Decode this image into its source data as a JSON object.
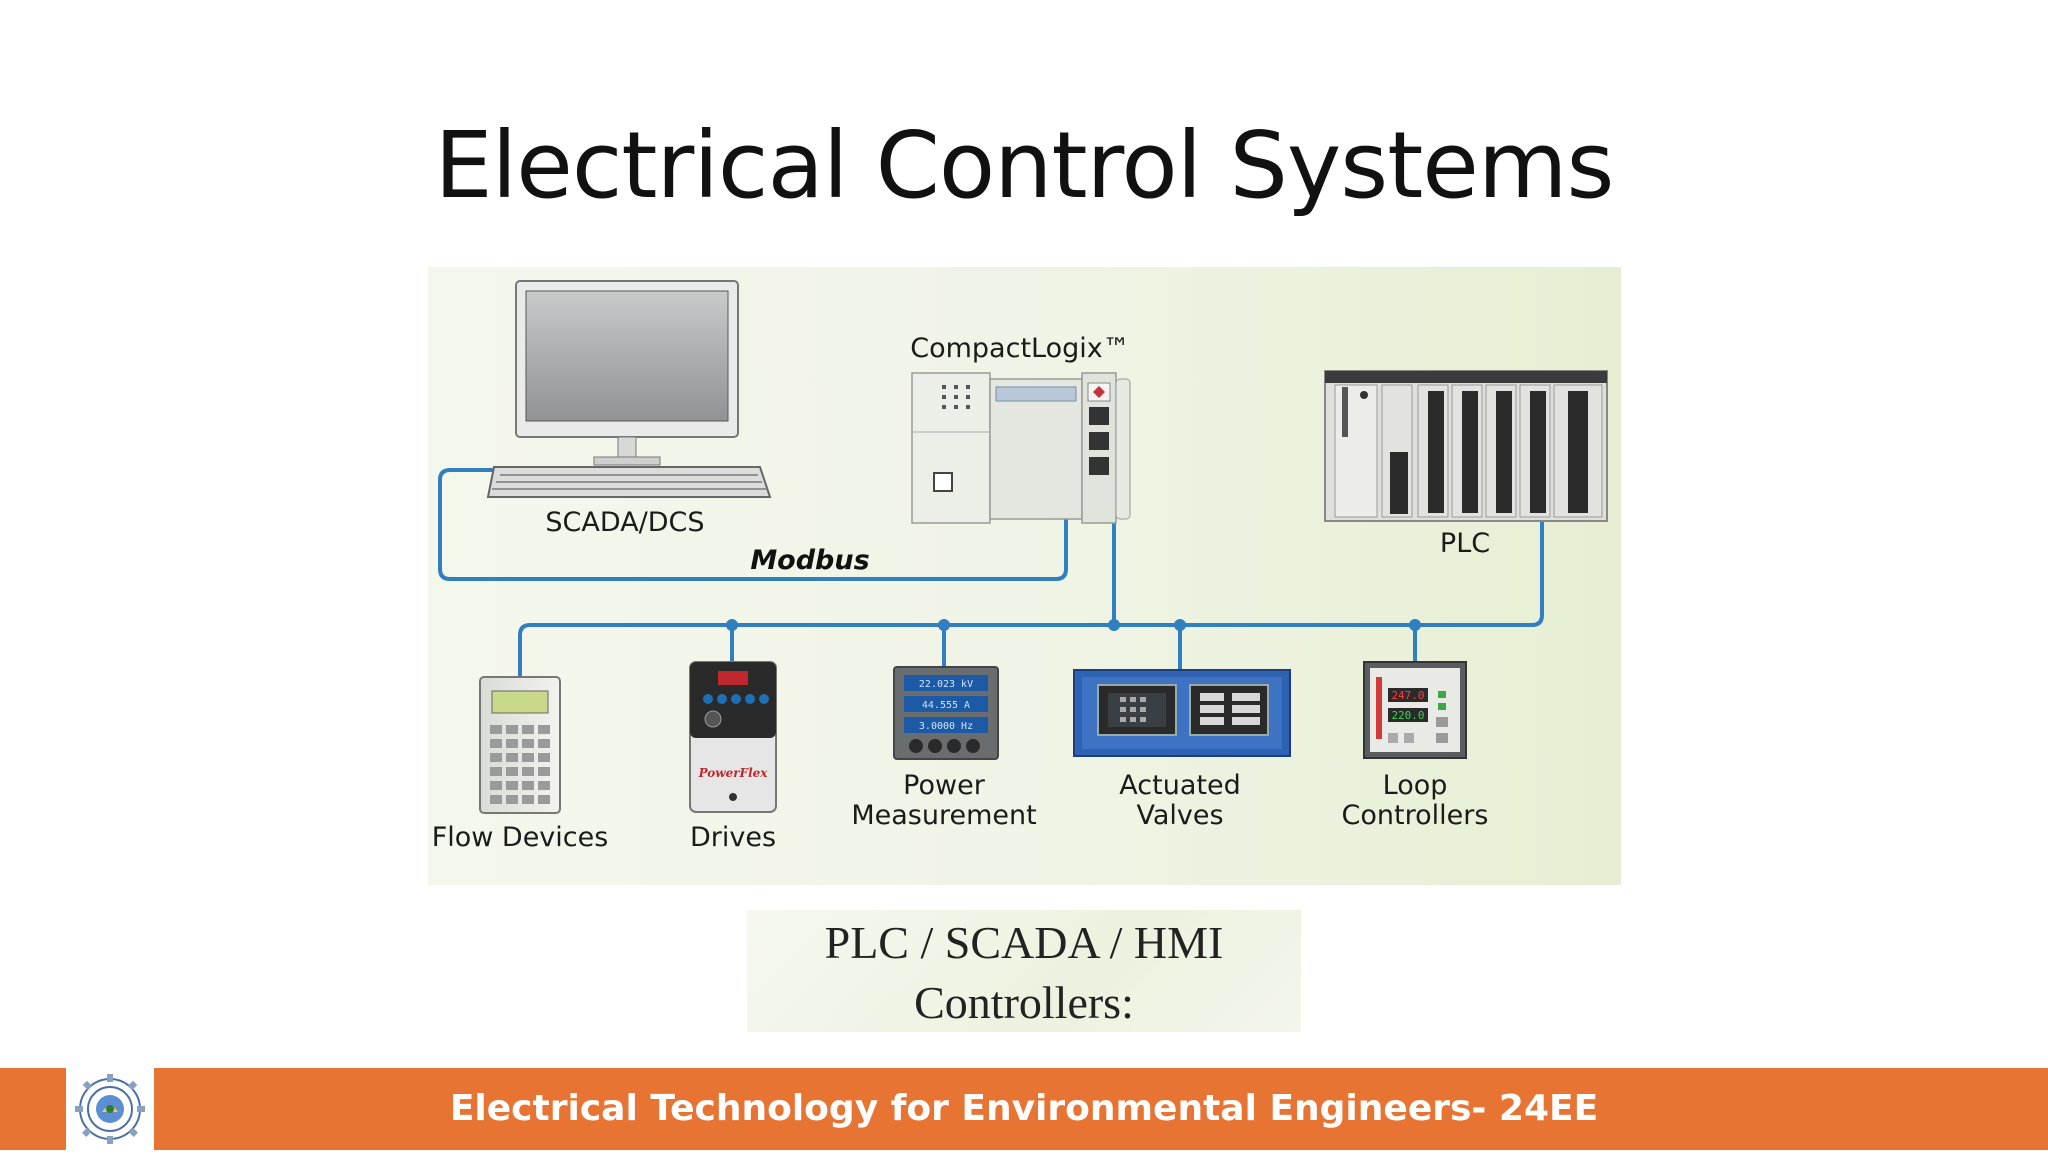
{
  "slide": {
    "title": "Electrical Control Systems",
    "caption_line1": "PLC / SCADA / HMI",
    "caption_line2": "Controllers:"
  },
  "diagram": {
    "compactlogix_label": "CompactLogix™",
    "scada_label": "SCADA/DCS",
    "modbus_label": "Modbus",
    "plc_label": "PLC",
    "flow_label": "Flow Devices",
    "drives_label": "Drives",
    "power_label_1": "Power",
    "power_label_2": "Measurement",
    "valves_label_1": "Actuated",
    "valves_label_2": "Valves",
    "loop_label_1": "Loop",
    "loop_label_2": "Controllers",
    "power_display_1": "22.023 kV",
    "power_display_2": "44.555 A",
    "power_display_3": "3.0000 Hz",
    "loop_display_1": "247.0",
    "loop_display_2": "220.0",
    "powerflex_text": "PowerFlex"
  },
  "footer": {
    "text": "Electrical Technology for Environmental Engineers- 24EE"
  },
  "colors": {
    "accent": "#e87434",
    "network_line": "#2f7fc1"
  }
}
